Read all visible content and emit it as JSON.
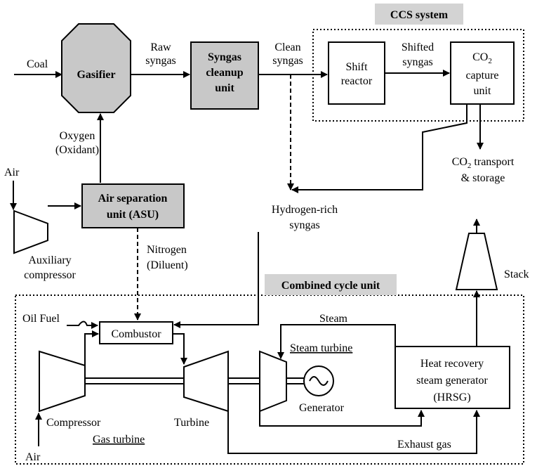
{
  "labels": {
    "coal": "Coal",
    "gasifier": "Gasifier",
    "raw_syngas_1": "Raw",
    "raw_syngas_2": "syngas",
    "cleanup_1": "Syngas",
    "cleanup_2": "cleanup",
    "cleanup_3": "unit",
    "clean_syngas_1": "Clean",
    "clean_syngas_2": "syngas",
    "ccs_system": "CCS system",
    "shift_1": "Shift",
    "shift_2": "reactor",
    "shifted_1": "Shifted",
    "shifted_2": "syngas",
    "co2_capture_1": "CO",
    "co2_capture_1_sub": "2",
    "co2_capture_2": "capture",
    "co2_capture_3": "unit",
    "co2_transport_1": "CO",
    "co2_transport_1_sub": "2",
    "co2_transport_1_rest": " transport",
    "co2_transport_2": "& storage",
    "oxygen_1": "Oxygen",
    "oxygen_2": "(Oxidant)",
    "air_asu": "Air",
    "asu_1": "Air separation",
    "asu_2": "unit (ASU)",
    "aux_comp_1": "Auxiliary",
    "aux_comp_2": "compressor",
    "nitrogen_1": "Nitrogen",
    "nitrogen_2": "(Diluent)",
    "hydrogen_1": "Hydrogen-rich",
    "hydrogen_2": "syngas",
    "stack": "Stack",
    "combined_cycle": "Combined cycle unit",
    "oil_fuel": "Oil Fuel",
    "combustor": "Combustor",
    "steam": "Steam",
    "steam_turbine": "Steam turbine",
    "hrsg_1": "Heat recovery",
    "hrsg_2": "steam generator",
    "hrsg_3": "(HRSG)",
    "generator": "Generator",
    "compressor": "Compressor",
    "turbine": "Turbine",
    "air_gt": "Air",
    "gas_turbine": "Gas turbine",
    "exhaust": "Exhaust gas"
  }
}
